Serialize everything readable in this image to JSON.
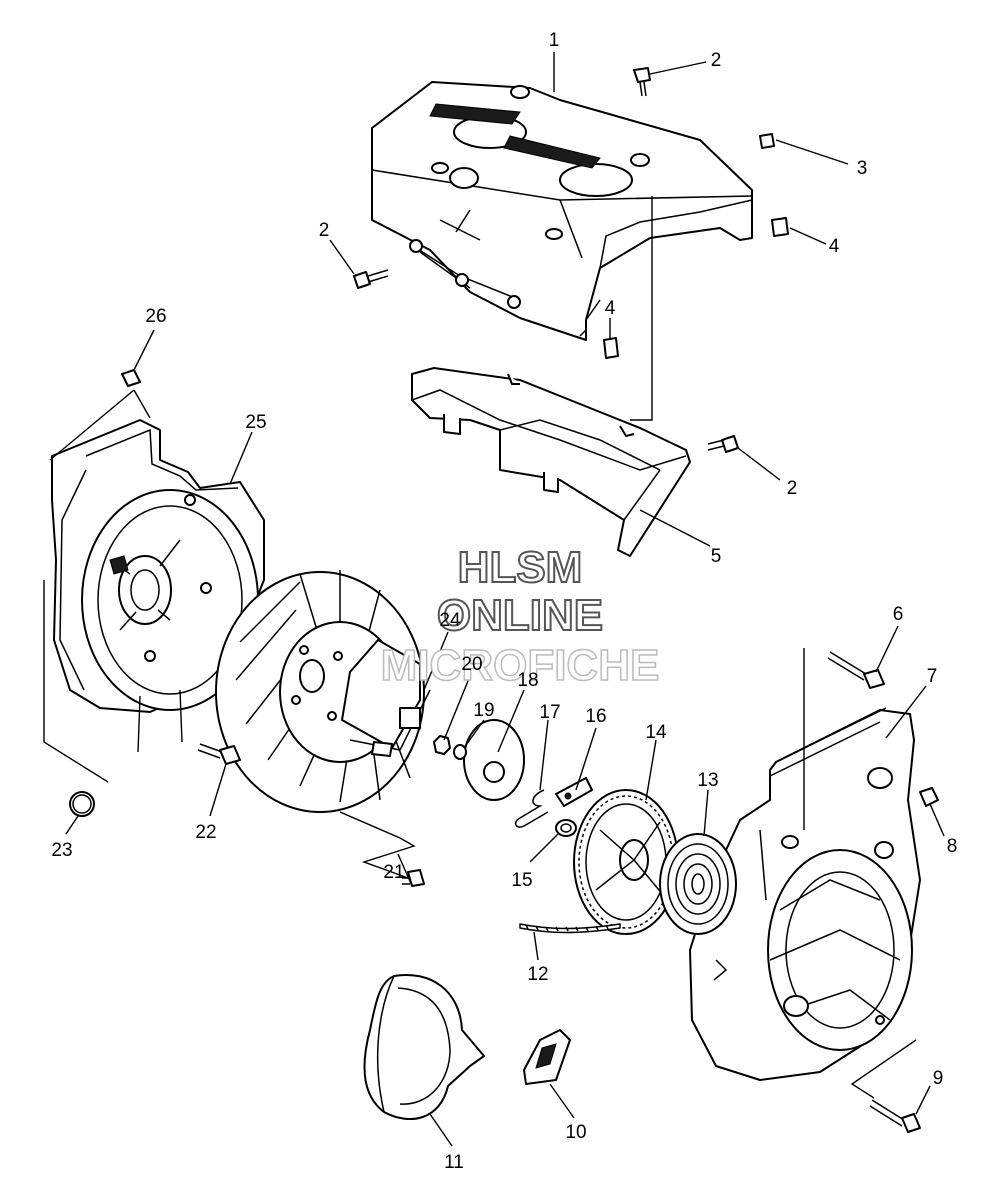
{
  "watermark": {
    "line1": "HLSM",
    "line2": "ONLINE",
    "line3": "MICROFICHE"
  },
  "callouts": {
    "c1": "1",
    "c2a": "2",
    "c2b": "2",
    "c2c": "2",
    "c3": "3",
    "c4a": "4",
    "c4b": "4",
    "c5": "5",
    "c6": "6",
    "c7": "7",
    "c8": "8",
    "c9": "9",
    "c10": "10",
    "c11": "11",
    "c12": "12",
    "c13": "13",
    "c14": "14",
    "c15": "15",
    "c16": "16",
    "c17": "17",
    "c18": "18",
    "c19": "19",
    "c20": "20",
    "c21": "21",
    "c22": "22",
    "c23": "23",
    "c24": "24",
    "c25": "25",
    "c26": "26"
  }
}
